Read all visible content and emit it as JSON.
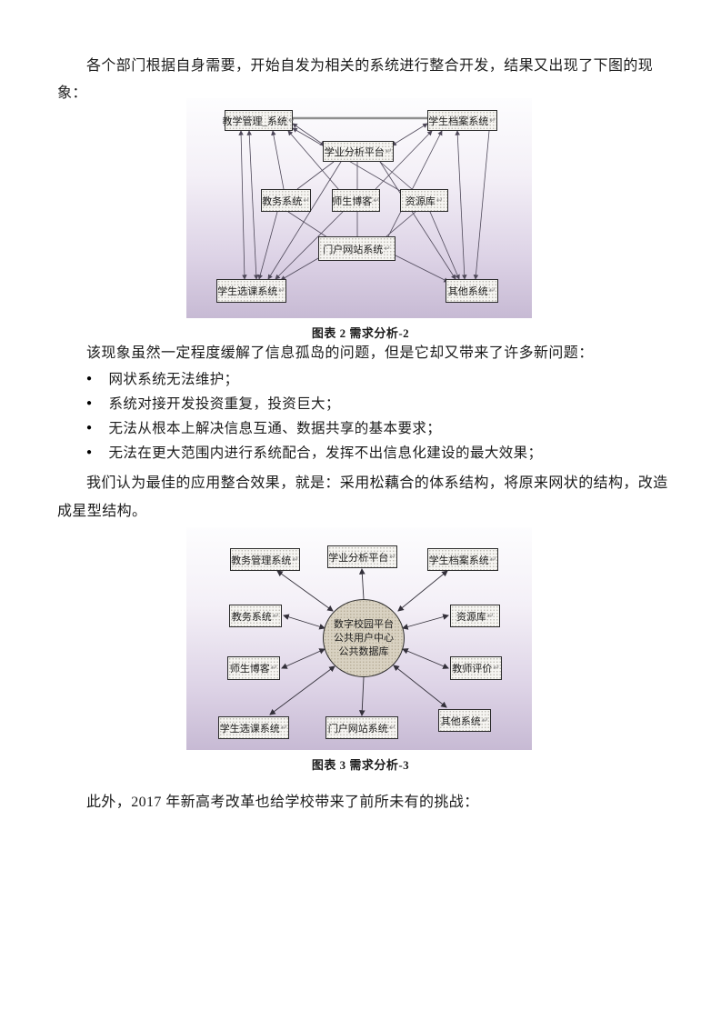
{
  "page": {
    "paragraph1": "各个部门根据自身需要，开始自发为相关的系统进行整合开发，结果又出现了下图的现象：",
    "caption1": "图表 2 需求分析-2",
    "paragraph2": "该现象虽然一定程度缓解了信息孤岛的问题，但是它却又带来了许多新问题：",
    "bullet_glyph": "●",
    "bullets": [
      "网状系统无法维护；",
      "系统对接开发投资重复，投资巨大；",
      "无法从根本上解决信息互通、数据共享的基本要求；",
      "无法在更大范围内进行系统配合，发挥不出信息化建设的最大效果；"
    ],
    "paragraph3": "我们认为最佳的应用整合效果，就是：采用松藕合的体系结构，将原来网状的结构，改造成星型结构。",
    "caption2": "图表 3 需求分析-3",
    "paragraph4": "此外，2017 年新高考改革也给学校带来了前所未有的挑战：",
    "return_mark": "↵"
  },
  "diagram1": {
    "type": "mesh-network",
    "nodes": [
      "教学管理_系统",
      "学生档案系统",
      "学业分析平台",
      "教务系统",
      "师生博客",
      "资源库",
      "门户网站系统",
      "学生选课系统",
      "其他系统"
    ],
    "edges": [
      [
        0,
        1
      ],
      [
        0,
        2
      ],
      [
        0,
        3
      ],
      [
        0,
        4
      ],
      [
        0,
        5
      ],
      [
        0,
        7
      ],
      [
        1,
        2
      ],
      [
        1,
        4
      ],
      [
        1,
        6
      ],
      [
        1,
        8
      ],
      [
        2,
        3
      ],
      [
        2,
        4
      ],
      [
        2,
        5
      ],
      [
        2,
        7
      ],
      [
        2,
        8
      ],
      [
        3,
        6
      ],
      [
        3,
        7
      ],
      [
        4,
        6
      ],
      [
        4,
        7
      ],
      [
        5,
        6
      ],
      [
        5,
        8
      ],
      [
        6,
        7
      ],
      [
        6,
        8
      ]
    ]
  },
  "diagram2": {
    "type": "star",
    "center": [
      "数字校园平台",
      "公共用户中心",
      "公共数据库"
    ],
    "nodes": [
      "教务管理系统",
      "学业分析平台",
      "学生档案系统",
      "教务系统",
      "资源库",
      "师生博客",
      "教师评价",
      "学生选课系统",
      "门户网站系统",
      "其他系统"
    ],
    "edges_from_center_to_all_nodes": true
  },
  "colors": {
    "diagram_bg_bottom": "#c7bad4",
    "node_fill": "#f6f5f2",
    "hub_fill": "#d9d2c2",
    "line": "#4e4859"
  }
}
